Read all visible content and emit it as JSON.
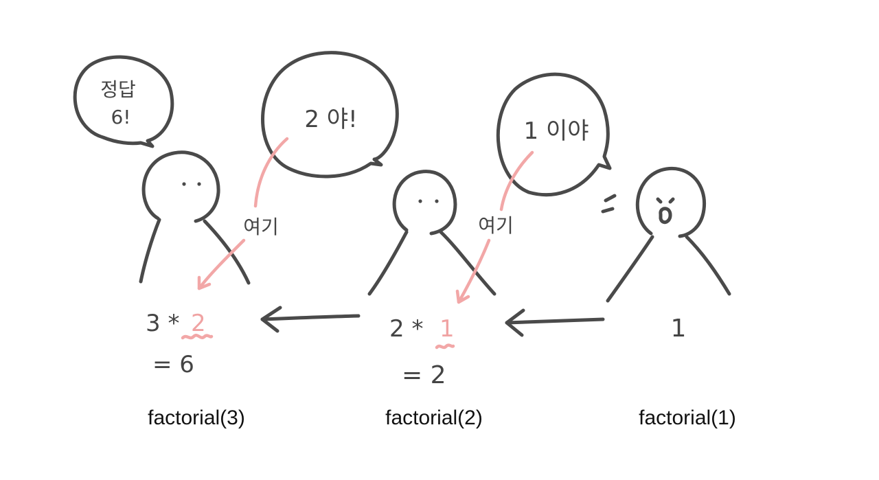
{
  "figure": {
    "person_left": {
      "speech": [
        "정답",
        "6!"
      ],
      "expression_line1": "3 * ",
      "expression_highlight": "2",
      "result": "= 6",
      "caption": "factorial(3)"
    },
    "person_middle": {
      "speech": "2 야!",
      "expression_line1": "2 * ",
      "expression_highlight": "1",
      "result": "= 2",
      "caption": "factorial(2)"
    },
    "person_right": {
      "speech": "1 이야",
      "value": "1",
      "caption": "factorial(1)"
    },
    "handoff_labels": {
      "left": "여기",
      "middle": "여기"
    },
    "colors": {
      "ink": "#4a4a4a",
      "highlight": "#f2a7a7",
      "caption": "#111111"
    }
  }
}
